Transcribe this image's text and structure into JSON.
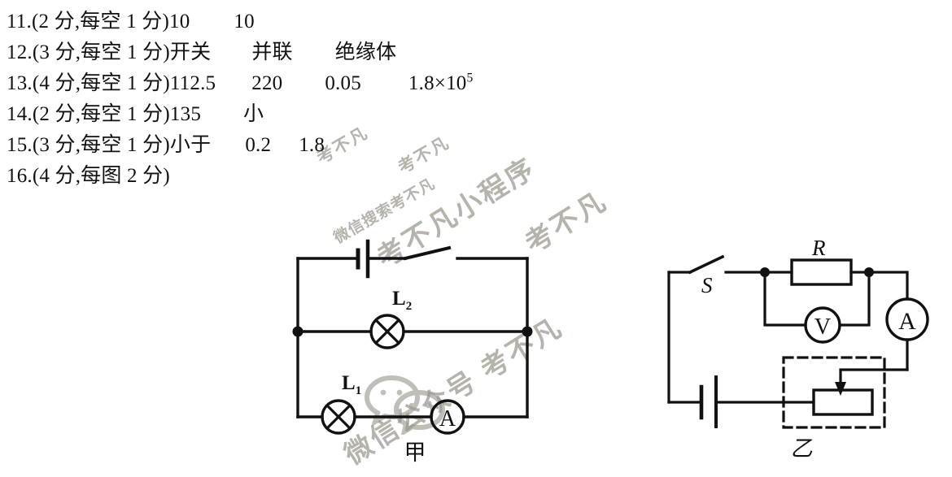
{
  "document": {
    "type": "answer-key",
    "answers": [
      {
        "number": "11.",
        "score_note": "(2 分,每空 1 分)",
        "values": [
          "10",
          "10"
        ]
      },
      {
        "number": "12.",
        "score_note": "(3 分,每空 1 分)",
        "values": [
          "开关",
          "并联",
          "绝缘体"
        ]
      },
      {
        "number": "13.",
        "score_note": "(4 分,每空 1 分)",
        "values": [
          "112.5",
          "220",
          "0.05",
          "1.8×10",
          "5"
        ]
      },
      {
        "number": "14.",
        "score_note": "(2 分,每空 1 分)",
        "values": [
          "135",
          "小"
        ]
      },
      {
        "number": "15.",
        "score_note": "(3 分,每空 1 分)",
        "values": [
          "小于",
          "0.2",
          "1.8"
        ]
      },
      {
        "number": "16.",
        "score_note": "(4 分,每图 2 分)",
        "values": []
      }
    ]
  },
  "figures": {
    "jia": {
      "label": "甲",
      "components": {
        "battery": "battery-symbol",
        "switch": "open-switch-symbol",
        "lamp_upper_label": "L",
        "lamp_upper_sub": "2",
        "lamp_lower_label": "L",
        "lamp_lower_sub": "1",
        "ammeter": "A"
      }
    },
    "yi": {
      "label": "乙",
      "components": {
        "switch_label": "S",
        "resistor_label": "R",
        "voltmeter": "V",
        "ammeter": "A",
        "rheostat": "variable-resistor-symbol",
        "battery": "battery-symbol"
      }
    }
  },
  "watermarks": {
    "brand": "考不凡",
    "wechat_search": "微信搜索考不凡",
    "miniprogram": "考不凡小程序",
    "official_account": "微信公众号 考不凡",
    "logo": "wechat-logo"
  },
  "colors": {
    "ink": "#111111",
    "paper": "#ffffff",
    "watermark": "#9b978e"
  }
}
